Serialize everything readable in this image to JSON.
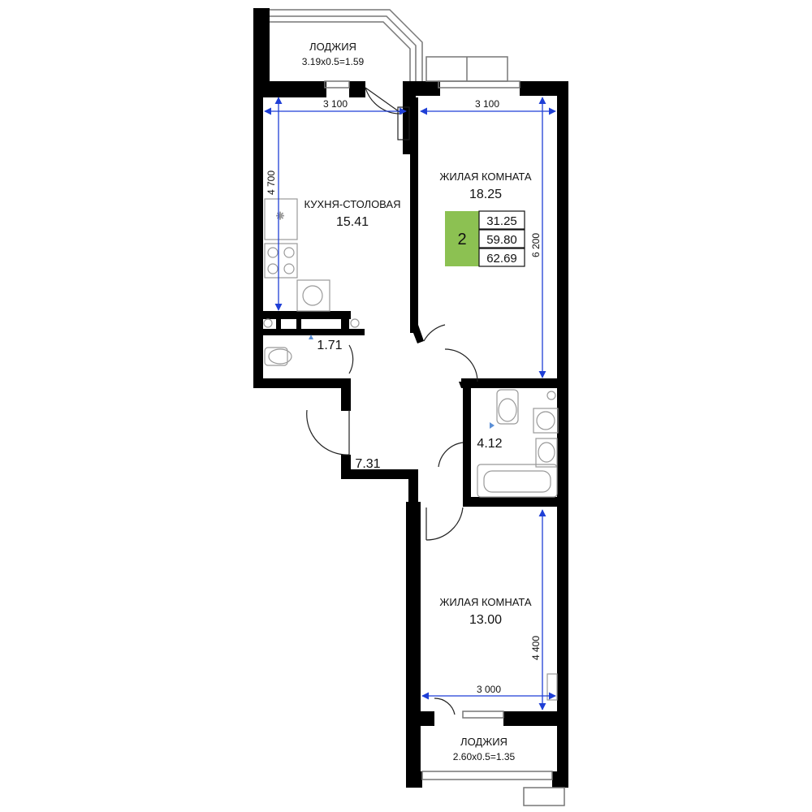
{
  "rooms": {
    "loggia_top": {
      "name": "ЛОДЖИЯ",
      "area": "3.19x0.5=1.59"
    },
    "kitchen": {
      "name": "КУХНЯ-СТОЛОВАЯ",
      "area": "15.41"
    },
    "living_top": {
      "name": "ЖИЛАЯ КОМНАТА",
      "area": "18.25"
    },
    "wc": {
      "area": "1.71"
    },
    "hall": {
      "area": "7.31"
    },
    "bath": {
      "area": "4.12"
    },
    "living_bottom": {
      "name": "ЖИЛАЯ КОМНАТА",
      "area": "13.00"
    },
    "loggia_bottom": {
      "name": "ЛОДЖИЯ",
      "area": "2.60x0.5=1.35"
    }
  },
  "dimensions": {
    "kitchen_width": "3 100",
    "living_top_width": "3 100",
    "kitchen_height": "4 700",
    "living_top_height": "6 200",
    "living_bottom_height": "4 400",
    "living_bottom_width": "3 000"
  },
  "badge": {
    "rooms": "2",
    "living_area": "31.25",
    "total_area": "59.80",
    "area_with_loggia": "62.69",
    "color": "#8cc152"
  },
  "colors": {
    "wall": "#000000",
    "dimension_line": "#1f3fd6",
    "fixture": "#999999"
  }
}
